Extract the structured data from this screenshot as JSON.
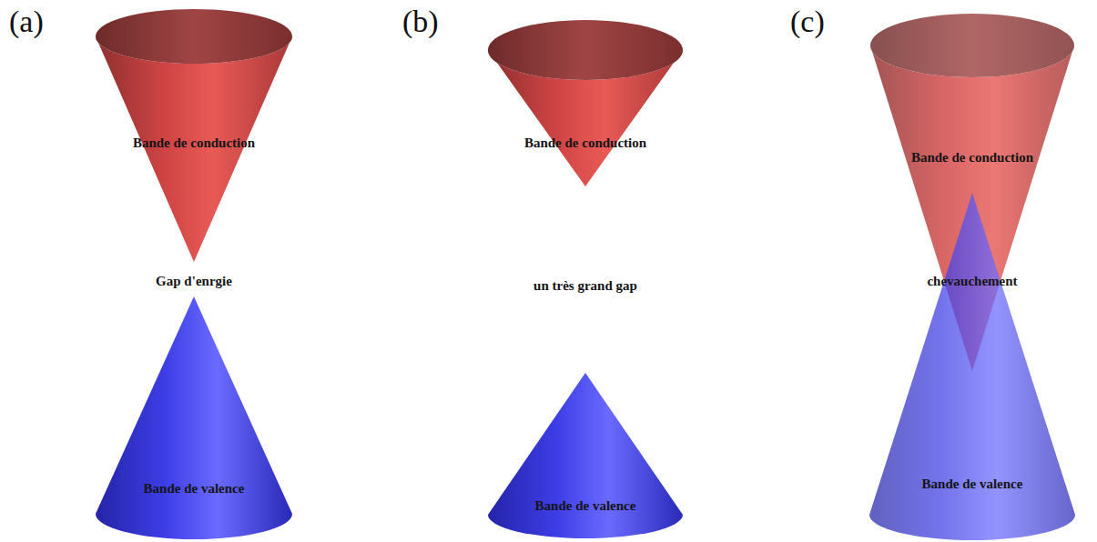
{
  "diagram": {
    "nodes": [
      {
        "text": [
          "Bande de conduction"
        ]
      },
      {
        "text": [
          "Bande de valence"
        ]
      },
      {
        "text": [
          "Bande de conduction"
        ]
      },
      {
        "text": [
          "Bande de valence"
        ]
      },
      {
        "text": [
          "Bande de conduction"
        ]
      },
      {
        "text": [
          "Bande de valence"
        ]
      }
    ],
    "labels": [
      "(a)",
      "(b)",
      "(c)",
      "Gap d'enrgie",
      "un très grand gap",
      "chevauchement"
    ]
  }
}
